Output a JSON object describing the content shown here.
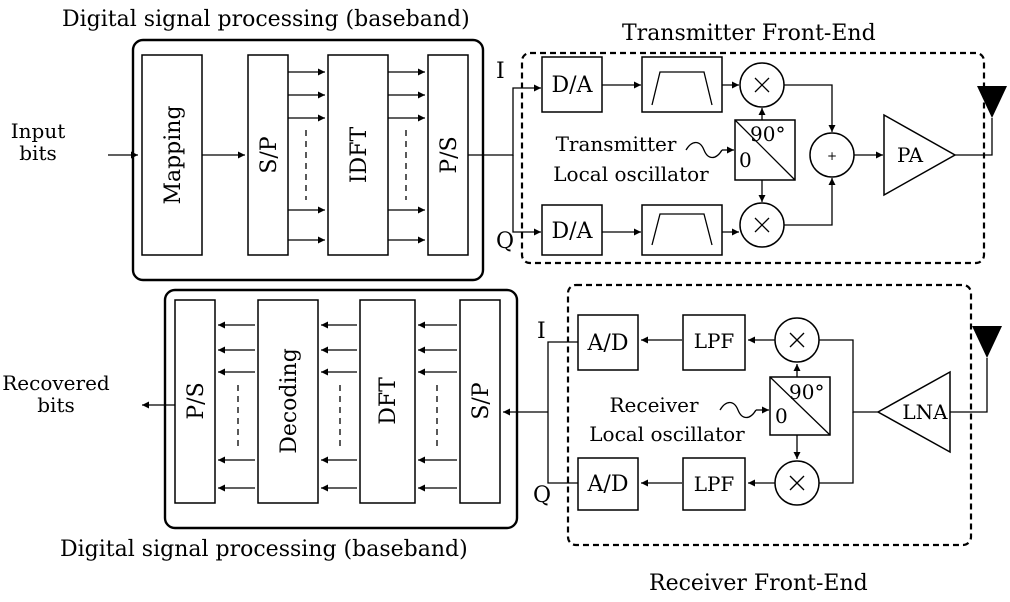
{
  "tx": {
    "dsp_title": "Digital signal processing (baseband)",
    "fe_title": "Transmitter Front-End",
    "input": [
      "Input",
      "bits"
    ],
    "mapping": "Mapping",
    "sp": "S/P",
    "idft": "IDFT",
    "ps": "P/S",
    "i": "I",
    "q": "Q",
    "da": "D/A",
    "lo": [
      "Transmitter",
      "Local oscillator"
    ],
    "phase_90": "90°",
    "phase_0": "0",
    "sum": "+",
    "pa": "PA"
  },
  "rx": {
    "dsp_title": "Digital signal processing (baseband)",
    "fe_title": "Receiver Front-End",
    "output": [
      "Recovered",
      "bits"
    ],
    "ps": "P/S",
    "decoding": "Decoding",
    "dft": "DFT",
    "sp": "S/P",
    "i": "I",
    "q": "Q",
    "ad": "A/D",
    "lpf": "LPF",
    "lo": [
      "Receiver",
      "Local oscillator"
    ],
    "phase_90": "90°",
    "phase_0": "0",
    "lna": "LNA"
  }
}
